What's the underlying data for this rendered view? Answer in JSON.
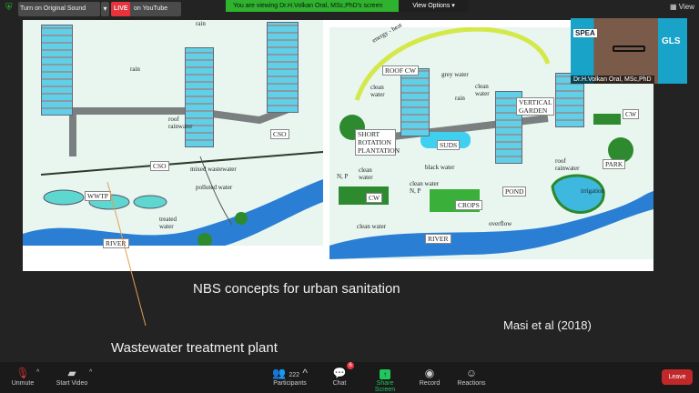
{
  "top": {
    "security": "shield-icon",
    "original_sound": "Turn on Original Sound",
    "live_badge": "LIVE",
    "live_target": "on YouTube",
    "banner": "You are viewing Dr.H.Volkan Oral, MSc,PhD's screen",
    "view_options": "View Options",
    "view": "View"
  },
  "video": {
    "name": "Dr.H.Volkan Oral, MSc,PhD",
    "bg_text_1": "SPEA",
    "bg_text_2": "GLS"
  },
  "left_diagram": {
    "labels": [
      "rain",
      "rain",
      "roof rainwater",
      "CSO",
      "CSO",
      "mixed wastewater",
      "polluted water",
      "WWTP",
      "treated water",
      "RIVER"
    ]
  },
  "right_diagram": {
    "labels": [
      "energy - heat",
      "ROOF CW",
      "grey water",
      "clean water",
      "rain",
      "clean water",
      "VERTICAL GARDEN",
      "SHORT ROTATION PLANTATION",
      "SUDS",
      "CW",
      "black water",
      "N, P",
      "clean water",
      "CW",
      "clean water N, P",
      "CROPS",
      "POND",
      "roof rainwater",
      "PARK",
      "irrigation",
      "overflow",
      "clean water",
      "RIVER"
    ]
  },
  "slide": {
    "title": "NBS concepts for urban sanitation",
    "citation": "Masi et al (2018)",
    "annotation": "Wastewater treatment plant"
  },
  "toolbar": {
    "unmute": "Unmute",
    "start_video": "Start Video",
    "participants_count": "222",
    "participants": "Participants",
    "chat": "Chat",
    "chat_badge": "6",
    "share": "Share Screen",
    "record": "Record",
    "reactions": "Reactions",
    "leave": "Leave"
  },
  "colors": {
    "banner": "#2fb32f",
    "live": "#e8323c",
    "leave": "#c0282a",
    "share": "#22c55e"
  }
}
